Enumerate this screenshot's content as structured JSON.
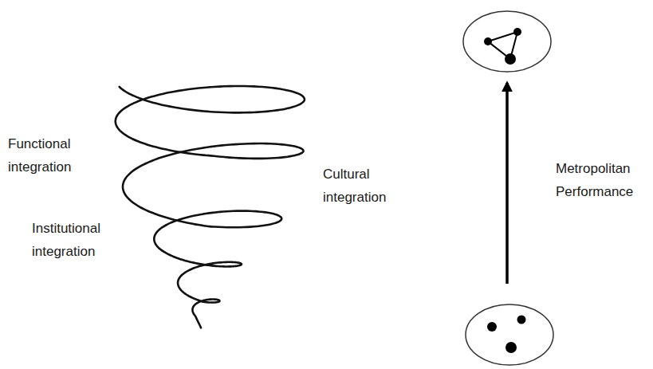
{
  "diagram": {
    "labels": [
      "Functional integration",
      "Institutional integration",
      "Cultural integration",
      "Metropolitan Performance"
    ]
  }
}
